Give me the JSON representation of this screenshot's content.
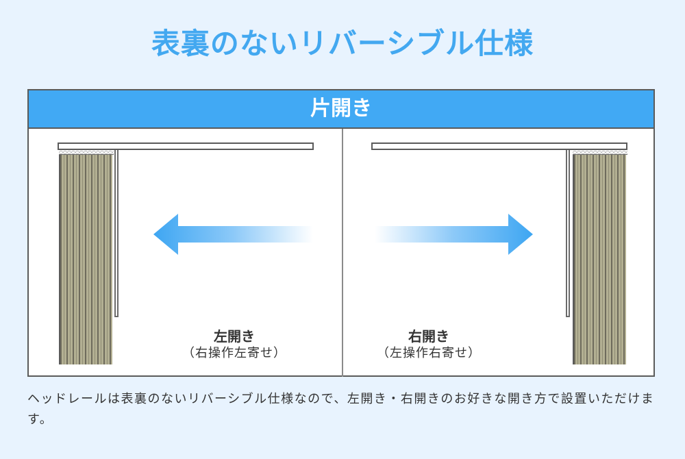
{
  "title": "表裏のないリバーシブル仕様",
  "panel": {
    "header": "片開き",
    "header_color": "#41a9f4",
    "left": {
      "label": "左開き",
      "sublabel": "（右操作左寄せ）",
      "arrow_direction": "left"
    },
    "right": {
      "label": "右開き",
      "sublabel": "（左操作右寄せ）",
      "arrow_direction": "right"
    }
  },
  "description": "ヘッドレールは表裏のないリバーシブル仕様なので、左開き・右開きのお好きな開き方で設置いただけます。",
  "colors": {
    "background": "#e8f3fe",
    "accent": "#43a8f0",
    "curtain": "#b3b093"
  }
}
